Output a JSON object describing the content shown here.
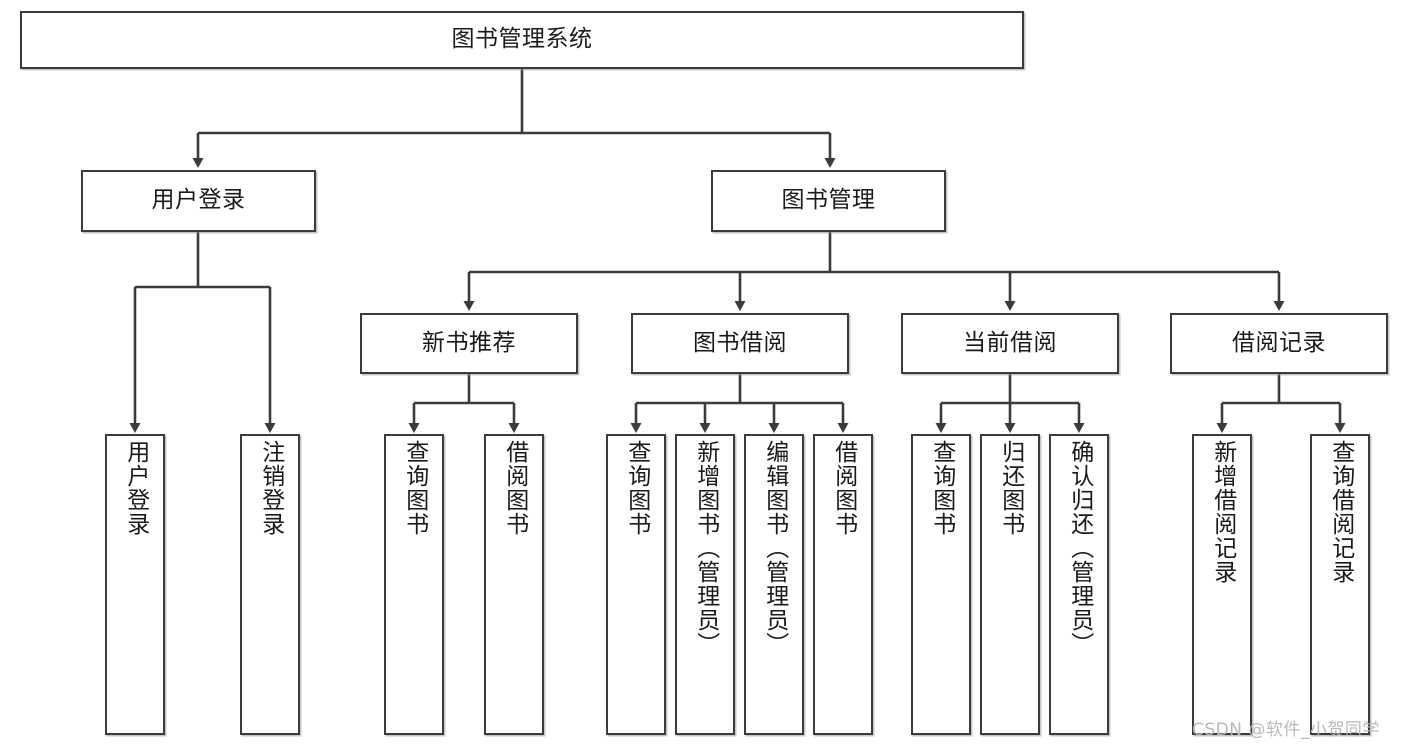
{
  "diagram": {
    "title": "图书管理系统",
    "type": "tree-hierarchy-diagram",
    "root": {
      "label": "图书管理系统"
    },
    "level2": [
      {
        "label": "用户登录"
      },
      {
        "label": "图书管理"
      }
    ],
    "level3": [
      {
        "label": "新书推荐"
      },
      {
        "label": "图书借阅"
      },
      {
        "label": "当前借阅"
      },
      {
        "label": "借阅记录"
      }
    ],
    "leaves": {
      "user_login": [
        {
          "label": "用户登录"
        },
        {
          "label": "注销登录"
        }
      ],
      "new_book_recommend": [
        {
          "label": "查询图书"
        },
        {
          "label": "借阅图书"
        }
      ],
      "book_borrow": [
        {
          "label": "查询图书"
        },
        {
          "label": "新增图书（管理员）"
        },
        {
          "label": "编辑图书（管理员）"
        },
        {
          "label": "借阅图书"
        }
      ],
      "current_borrow": [
        {
          "label": "查询图书"
        },
        {
          "label": "归还图书"
        },
        {
          "label": "确认归还（管理员）"
        }
      ],
      "borrow_record": [
        {
          "label": "新增借阅记录"
        },
        {
          "label": "查询借阅记录"
        }
      ]
    }
  },
  "watermark": {
    "text": "CSDN @软件_小贺同学"
  },
  "colors": {
    "stroke": "#3b3b3b",
    "box_fill": "#ffffff",
    "text": "#1a1a1a",
    "watermark": "#b9b9b9"
  }
}
